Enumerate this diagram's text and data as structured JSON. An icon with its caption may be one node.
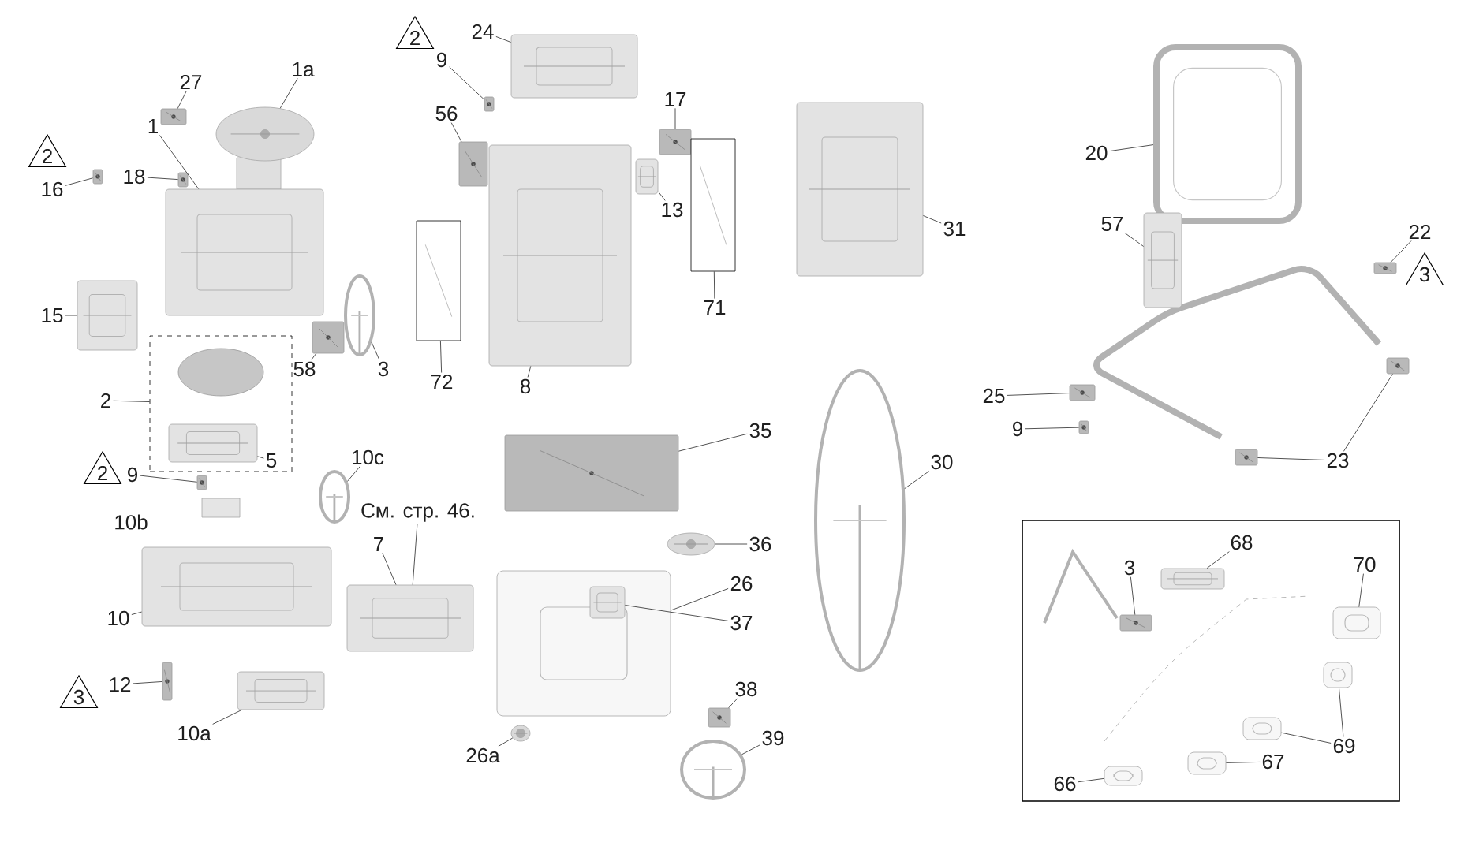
{
  "diagram": {
    "nodes": [
      {
        "text": [
          "27"
        ]
      },
      {
        "text": [],
        "shape": "picture"
      },
      {
        "text": [
          "1a"
        ]
      },
      {
        "text": [],
        "shape": "picture"
      },
      {
        "text": [
          "1"
        ]
      },
      {
        "text": [],
        "shape": "picture"
      },
      {
        "text": [
          "16"
        ]
      },
      {
        "text": [],
        "shape": "picture"
      },
      {
        "text": [
          "18"
        ]
      },
      {
        "text": [],
        "shape": "picture"
      },
      {
        "text": [
          "15"
        ]
      },
      {
        "text": [],
        "shape": "picture"
      },
      {
        "text": [
          "58"
        ]
      },
      {
        "text": [],
        "shape": "picture"
      },
      {
        "text": [
          "3"
        ]
      },
      {
        "text": [],
        "shape": "picture"
      },
      {
        "text": [
          "2"
        ]
      },
      {
        "text": [],
        "shape": "box"
      },
      {
        "text": [
          "5"
        ],
        "in": 17
      },
      {
        "text": [],
        "shape": "picture",
        "in": 17
      },
      {
        "text": [
          "9"
        ]
      },
      {
        "text": [],
        "shape": "picture"
      },
      {
        "text": [
          "10c"
        ]
      },
      {
        "text": [],
        "shape": "picture"
      },
      {
        "text": [
          "10"
        ]
      },
      {
        "text": [],
        "shape": "picture"
      },
      {
        "text": [
          "12"
        ]
      },
      {
        "text": [],
        "shape": "picture"
      },
      {
        "text": [
          "10a"
        ]
      },
      {
        "text": [],
        "shape": "picture"
      },
      {
        "text": [
          "7"
        ]
      },
      {
        "text": [],
        "shape": "picture"
      },
      {
        "text": [
          "См. стр. 46."
        ]
      },
      {
        "text": [
          "24"
        ]
      },
      {
        "text": [],
        "shape": "picture"
      },
      {
        "text": [
          "9"
        ]
      },
      {
        "text": [],
        "shape": "picture"
      },
      {
        "text": [
          "56"
        ]
      },
      {
        "text": [],
        "shape": "picture"
      },
      {
        "text": [
          "17"
        ]
      },
      {
        "text": [],
        "shape": "picture"
      },
      {
        "text": [
          "13"
        ]
      },
      {
        "text": [],
        "shape": "picture"
      },
      {
        "text": [
          "72"
        ]
      },
      {
        "text": [],
        "shape": "picture"
      },
      {
        "text": [
          "8"
        ]
      },
      {
        "text": [],
        "shape": "picture"
      },
      {
        "text": [
          "71"
        ]
      },
      {
        "text": [],
        "shape": "picture"
      },
      {
        "text": [
          "31"
        ]
      },
      {
        "text": [],
        "shape": "picture"
      },
      {
        "text": [
          "35"
        ]
      },
      {
        "text": [],
        "shape": "picture"
      },
      {
        "text": [
          "30"
        ]
      },
      {
        "text": [],
        "shape": "picture"
      },
      {
        "text": [
          "36"
        ]
      },
      {
        "text": [],
        "shape": "picture"
      },
      {
        "text": [
          "26"
        ]
      },
      {
        "text": [],
        "shape": "picture"
      },
      {
        "text": [
          "37"
        ]
      },
      {
        "text": [],
        "shape": "picture",
        "in": 58
      },
      {
        "text": [
          "26a"
        ]
      },
      {
        "text": [],
        "shape": "picture"
      },
      {
        "text": [
          "38"
        ]
      },
      {
        "text": [],
        "shape": "picture"
      },
      {
        "text": [
          "39"
        ]
      },
      {
        "text": [],
        "shape": "picture"
      },
      {
        "text": [
          "20"
        ]
      },
      {
        "text": [],
        "shape": "picture"
      },
      {
        "text": [
          "57"
        ]
      },
      {
        "text": [],
        "shape": "picture"
      },
      {
        "text": [
          "22"
        ]
      },
      {
        "text": [],
        "shape": "picture"
      },
      {
        "text": [
          "25"
        ]
      },
      {
        "text": [],
        "shape": "picture"
      },
      {
        "text": [
          "9"
        ]
      },
      {
        "text": [],
        "shape": "picture"
      },
      {
        "text": [
          "23"
        ]
      },
      {
        "text": [],
        "shape": "picture"
      },
      {
        "text": [],
        "shape": "picture"
      },
      {
        "text": [
          "3"
        ]
      },
      {
        "text": [],
        "shape": "picture"
      },
      {
        "text": [
          "68"
        ]
      },
      {
        "text": [],
        "shape": "picture"
      },
      {
        "text": [
          "70"
        ]
      },
      {
        "text": [],
        "shape": "picture"
      },
      {
        "text": [
          "69"
        ]
      },
      {
        "text": [],
        "shape": "picture"
      },
      {
        "text": [],
        "shape": "picture"
      },
      {
        "text": [
          "67"
        ]
      },
      {
        "text": [],
        "shape": "picture"
      },
      {
        "text": [
          "66"
        ]
      },
      {
        "text": [],
        "shape": "picture"
      }
    ],
    "edges": [
      {
        "from": 0,
        "to": 1,
        "arrow": "none"
      },
      {
        "from": 2,
        "to": 3,
        "arrow": "none"
      },
      {
        "from": 4,
        "to": 5,
        "arrow": "none"
      },
      {
        "from": 6,
        "to": 7,
        "arrow": "none"
      },
      {
        "from": 8,
        "to": 9,
        "arrow": "none"
      },
      {
        "from": 10,
        "to": 11,
        "arrow": "none"
      },
      {
        "from": 12,
        "to": 13,
        "arrow": "none"
      },
      {
        "from": 14,
        "to": 15,
        "arrow": "none"
      },
      {
        "from": 16,
        "to": 17,
        "arrow": "none"
      },
      {
        "from": 18,
        "to": 19,
        "arrow": "none"
      },
      {
        "from": 20,
        "to": 21,
        "arrow": "none"
      },
      {
        "from": 22,
        "to": 23,
        "arrow": "none"
      },
      {
        "from": 24,
        "to": 25,
        "arrow": "none"
      },
      {
        "from": 26,
        "to": 27,
        "arrow": "none"
      },
      {
        "from": 28,
        "to": 29,
        "arrow": "none"
      },
      {
        "from": 30,
        "to": 31,
        "arrow": "none"
      },
      {
        "from": 32,
        "to": 31,
        "arrow": "none"
      },
      {
        "from": 33,
        "to": 34,
        "arrow": "none"
      },
      {
        "from": 35,
        "to": 36,
        "arrow": "none"
      },
      {
        "from": 37,
        "to": 38,
        "arrow": "none"
      },
      {
        "from": 39,
        "to": 40,
        "arrow": "none"
      },
      {
        "from": 41,
        "to": 42,
        "arrow": "none"
      },
      {
        "from": 43,
        "to": 44,
        "arrow": "none"
      },
      {
        "from": 45,
        "to": 46,
        "arrow": "none"
      },
      {
        "from": 47,
        "to": 48,
        "arrow": "none"
      },
      {
        "from": 49,
        "to": 50,
        "arrow": "none"
      },
      {
        "from": 51,
        "to": 52,
        "arrow": "none"
      },
      {
        "from": 53,
        "to": 54,
        "arrow": "none"
      },
      {
        "from": 55,
        "to": 56,
        "arrow": "none"
      },
      {
        "from": 57,
        "to": 58,
        "arrow": "none"
      },
      {
        "from": 59,
        "to": 60,
        "arrow": "none"
      },
      {
        "from": 61,
        "to": 62,
        "arrow": "none"
      },
      {
        "from": 63,
        "to": 64,
        "arrow": "none"
      },
      {
        "from": 65,
        "to": 66,
        "arrow": "none"
      },
      {
        "from": 67,
        "to": 68,
        "arrow": "none"
      },
      {
        "from": 69,
        "to": 70,
        "arrow": "none"
      },
      {
        "from": 71,
        "to": 72,
        "arrow": "none"
      },
      {
        "from": 73,
        "to": 74,
        "arrow": "none"
      },
      {
        "from": 75,
        "to": 76,
        "arrow": "none"
      },
      {
        "from": 77,
        "to": 78,
        "arrow": "none"
      },
      {
        "from": 77,
        "to": 79,
        "arrow": "none"
      },
      {
        "from": 80,
        "to": 81,
        "arrow": "none"
      },
      {
        "from": 82,
        "to": 83,
        "arrow": "none"
      },
      {
        "from": 84,
        "to": 85,
        "arrow": "none"
      },
      {
        "from": 86,
        "to": 87,
        "arrow": "none"
      },
      {
        "from": 86,
        "to": 88,
        "arrow": "none"
      },
      {
        "from": 89,
        "to": 90,
        "arrow": "none"
      },
      {
        "from": 91,
        "to": 92,
        "arrow": "none"
      }
    ],
    "labels": [
      "2",
      "2",
      "3",
      "2",
      "10b",
      "3"
    ]
  }
}
